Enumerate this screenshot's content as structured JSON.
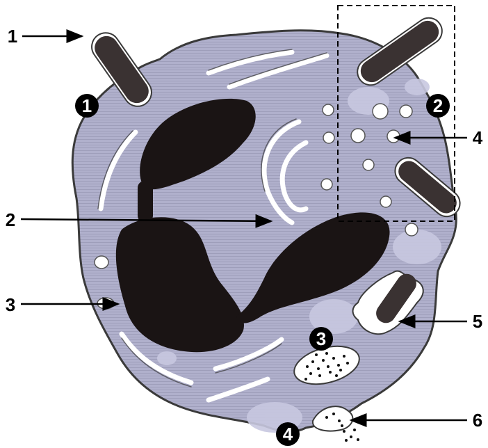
{
  "labels": {
    "l1": "1",
    "l2": "2",
    "l3": "3",
    "l4": "4",
    "l5": "5",
    "l6": "6"
  },
  "steps": {
    "s1": "1",
    "s2": "2",
    "s3": "3",
    "s4": "4"
  },
  "colors": {
    "cytoplasm": "#a9a9c8",
    "nucleus": "#1a1414",
    "bacteria": "#3a3232",
    "vesicle": "#ffffff",
    "outline": "#444444",
    "granule_patch": "#c8c8de"
  }
}
